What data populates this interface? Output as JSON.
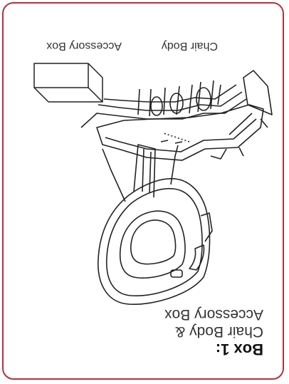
{
  "box": {
    "title": "Box 1:",
    "subtitle_line1": "Chair Body &",
    "subtitle_line2": "Accessory Box"
  },
  "labels": {
    "chair_body": "Chair Body",
    "accessory_box": "Accessory Box"
  },
  "colors": {
    "border": "#b3313c",
    "text": "#333333"
  }
}
